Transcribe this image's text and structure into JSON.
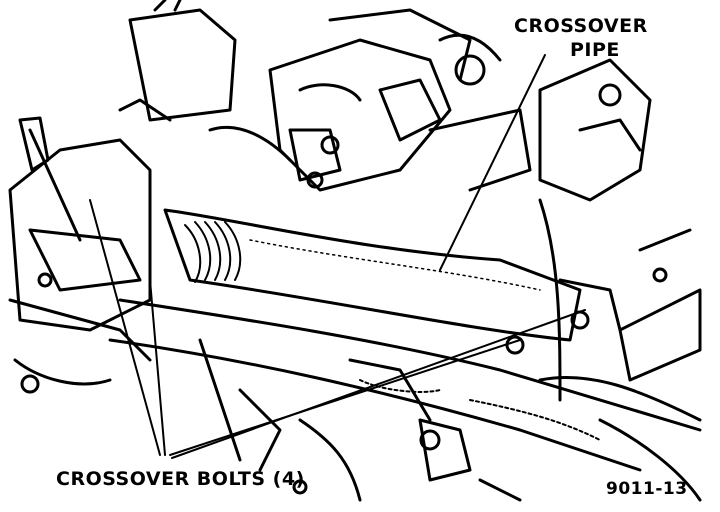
{
  "labels": {
    "crossover_pipe_line1": "CROSSOVER",
    "crossover_pipe_line2": "PIPE",
    "crossover_bolts": "CROSSOVER BOLTS (4)",
    "figure_number": "9011-13"
  },
  "colors": {
    "ink": "#000000",
    "paper": "#ffffff"
  }
}
